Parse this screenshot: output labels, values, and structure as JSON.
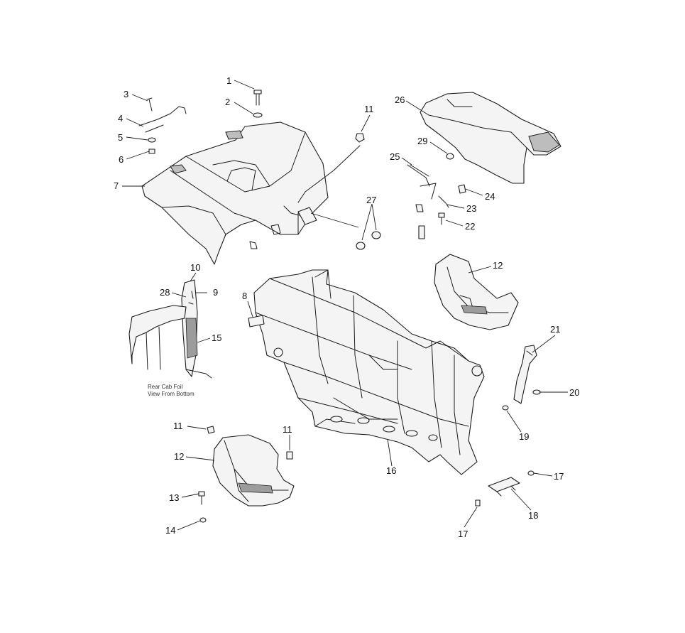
{
  "diagram": {
    "callouts": [
      {
        "id": "c1",
        "text": "1"
      },
      {
        "id": "c2",
        "text": "2"
      },
      {
        "id": "c3",
        "text": "3"
      },
      {
        "id": "c4",
        "text": "4"
      },
      {
        "id": "c5",
        "text": "5"
      },
      {
        "id": "c6",
        "text": "6"
      },
      {
        "id": "c7",
        "text": "7"
      },
      {
        "id": "c8",
        "text": "8"
      },
      {
        "id": "c9",
        "text": "9"
      },
      {
        "id": "c10",
        "text": "10"
      },
      {
        "id": "c11a",
        "text": "11"
      },
      {
        "id": "c11b",
        "text": "11"
      },
      {
        "id": "c11c",
        "text": "11"
      },
      {
        "id": "c12a",
        "text": "12"
      },
      {
        "id": "c12b",
        "text": "12"
      },
      {
        "id": "c13",
        "text": "13"
      },
      {
        "id": "c14",
        "text": "14"
      },
      {
        "id": "c15",
        "text": "15"
      },
      {
        "id": "c16",
        "text": "16"
      },
      {
        "id": "c17a",
        "text": "17"
      },
      {
        "id": "c17b",
        "text": "17"
      },
      {
        "id": "c18",
        "text": "18"
      },
      {
        "id": "c19",
        "text": "19"
      },
      {
        "id": "c20",
        "text": "20"
      },
      {
        "id": "c21",
        "text": "21"
      },
      {
        "id": "c22",
        "text": "22"
      },
      {
        "id": "c23",
        "text": "23"
      },
      {
        "id": "c24",
        "text": "24"
      },
      {
        "id": "c25",
        "text": "25"
      },
      {
        "id": "c26",
        "text": "26"
      },
      {
        "id": "c27",
        "text": "27"
      },
      {
        "id": "c28",
        "text": "28"
      },
      {
        "id": "c29",
        "text": "29"
      }
    ],
    "note": {
      "line1": "Rear Cab Foil",
      "line2": "View From Bottom"
    }
  }
}
